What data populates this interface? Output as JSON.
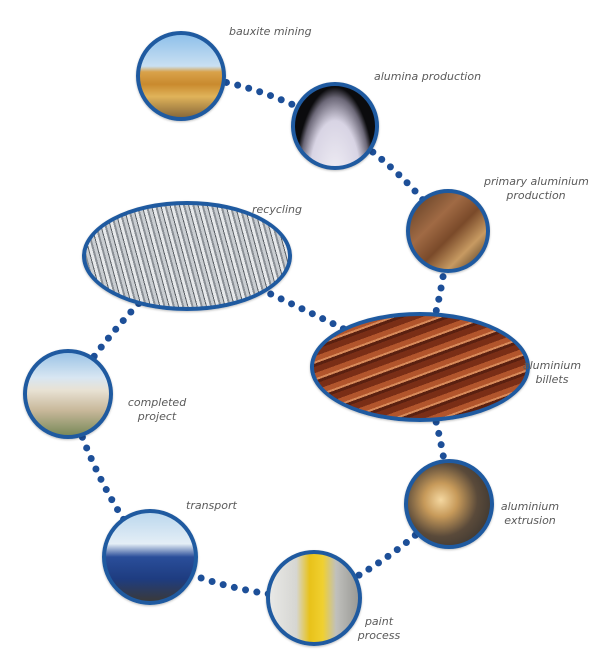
{
  "colors": {
    "ring": "#1f5aa0",
    "dots": "#1d4f98",
    "label": "#5a5a5a"
  },
  "nodes": {
    "bauxite": {
      "label": "bauxite mining"
    },
    "alumina": {
      "label": "alumina production"
    },
    "primary": {
      "label_lines": [
        "primary aluminium",
        "production"
      ]
    },
    "recycling": {
      "label": "recycling"
    },
    "billets": {
      "label_lines": [
        "aluminium",
        "billets"
      ]
    },
    "extrusion": {
      "label_lines": [
        "aluminium",
        "extrusion"
      ]
    },
    "paint": {
      "label_lines": [
        "paint",
        "process"
      ]
    },
    "transport": {
      "label": "transport"
    },
    "completed": {
      "label_lines": [
        "completed",
        "project"
      ]
    }
  },
  "links": [
    [
      "bauxite",
      "alumina"
    ],
    [
      "alumina",
      "primary"
    ],
    [
      "primary",
      "billets"
    ],
    [
      "billets",
      "extrusion"
    ],
    [
      "extrusion",
      "paint"
    ],
    [
      "paint",
      "transport"
    ],
    [
      "transport",
      "completed"
    ],
    [
      "completed",
      "recycling"
    ],
    [
      "recycling",
      "billets"
    ]
  ]
}
